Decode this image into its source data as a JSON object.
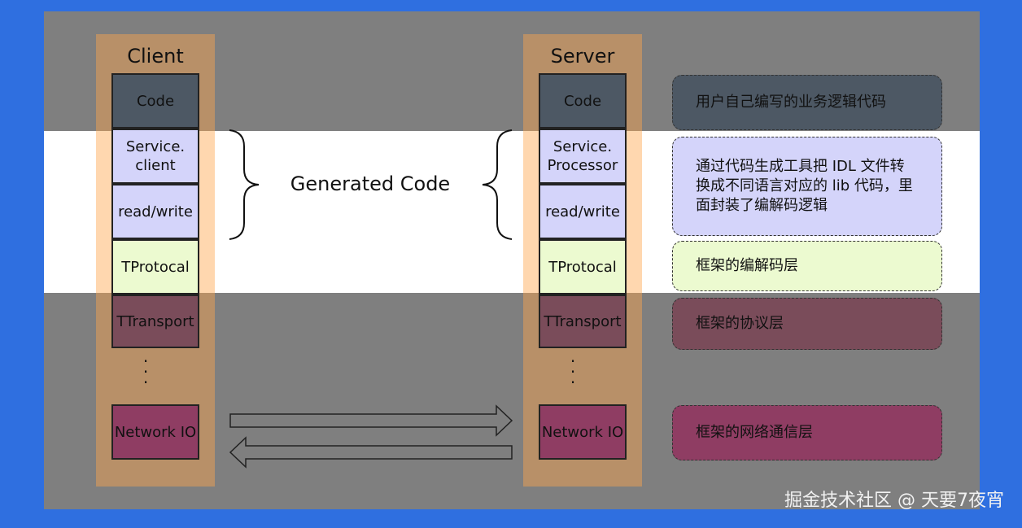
{
  "client": {
    "title": "Client",
    "layers": [
      "Code",
      "Service.\nclient",
      "read/write",
      "TProtocal",
      "TTransport",
      "Network IO"
    ]
  },
  "server": {
    "title": "Server",
    "layers": [
      "Code",
      "Service.\nProcessor",
      "read/write",
      "TProtocal",
      "TTransport",
      "Network IO"
    ]
  },
  "generated_label": "Generated Code",
  "notes": {
    "code": "用户自己编写的业务逻辑代码",
    "generated": "通过代码生成工具把 IDL 文件转换成不同语言对应的 lib 代码，里面封装了编解码逻辑",
    "protocol": "框架的编解码层",
    "transport": "框架的协议层",
    "network": "框架的网络通信层"
  },
  "watermark": "掘金技术社区 @ 天要7夜宵",
  "colors": {
    "background": "#2f6fe0",
    "panel": "#7f7f7f",
    "column": "#ffa64d",
    "code_layer": "#4d5864",
    "generated_layer": "#d4d4fa",
    "protocol_layer": "#ecfad0",
    "transport_layer": "#7a4c5a",
    "network_layer": "#8f3d63"
  }
}
